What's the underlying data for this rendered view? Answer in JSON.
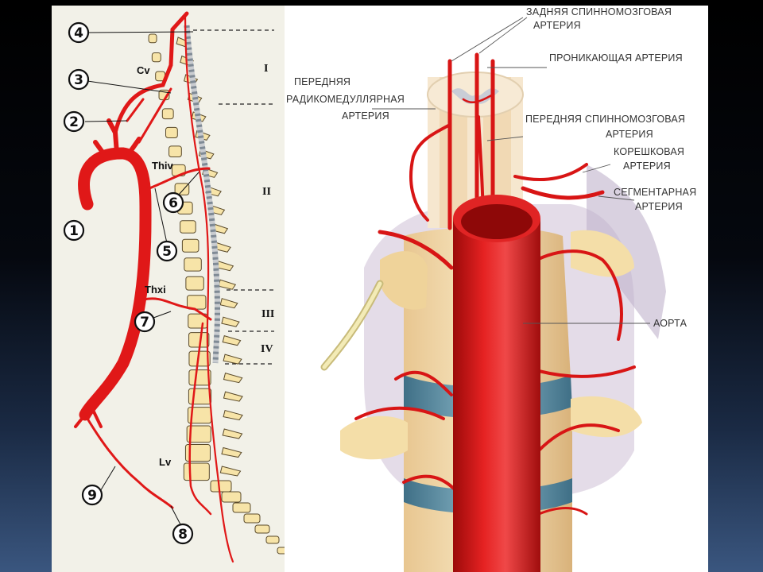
{
  "left_diagram": {
    "markers": [
      "1",
      "2",
      "3",
      "4",
      "5",
      "6",
      "7",
      "8",
      "9"
    ],
    "vertebra_labels": {
      "cv": "Cv",
      "thiv": "Thiv",
      "thxi": "Thxi",
      "lv": "Lv"
    },
    "region_numerals": [
      "I",
      "II",
      "III",
      "IV"
    ]
  },
  "right_diagram": {
    "labels": {
      "posterior_spinal": [
        "ЗАДНЯЯ СПИННОМОЗГОВАЯ",
        "АРТЕРИЯ"
      ],
      "penetrating": [
        "ПРОНИКАЮЩАЯ АРТЕРИЯ"
      ],
      "anterior_radiculomedullary": [
        "ПЕРЕДНЯЯ",
        "РАДИКОМЕДУЛЛЯРНАЯ",
        "АРТЕРИЯ"
      ],
      "anterior_spinal": [
        "ПЕРЕДНЯЯ СПИННОМОЗГОВАЯ",
        "АРТЕРИЯ"
      ],
      "radicular": [
        "КОРЕШКОВАЯ",
        "АРТЕРИЯ"
      ],
      "segmental": [
        "СЕГМЕНТАРНАЯ",
        "АРТЕРИЯ"
      ],
      "aorta": [
        "АОРТА"
      ]
    }
  },
  "colors": {
    "artery": "#e01818",
    "vertebra": "#f7e4a8",
    "disc": "#6a9ab0",
    "cord": "#cfd6dc"
  }
}
